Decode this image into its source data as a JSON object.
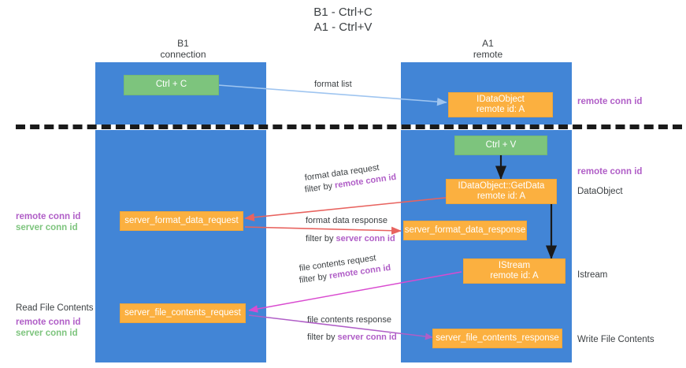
{
  "title": {
    "line1": "B1 - Ctrl+C",
    "line2": "A1 - Ctrl+V"
  },
  "columns": [
    {
      "name": "B1",
      "sub": "connection"
    },
    {
      "name": "A1",
      "sub": "remote"
    }
  ],
  "colors": {
    "lane": "#4285d6",
    "green_node": "#7dc47d",
    "orange_node": "#fbb040",
    "purple_text": "#b05ec7",
    "green_text": "#7dc47d",
    "arrow_blue": "#9fc5f0",
    "arrow_black": "#1a1a1a",
    "arrow_red": "#e8635f",
    "arrow_magenta": "#d94bd0",
    "arrow_purple": "#b05ec7",
    "divider": "#1a1a1a"
  },
  "nodes": {
    "ctrl_c": {
      "line1": "Ctrl + C"
    },
    "idataobject": {
      "line1": "IDataObject",
      "line2": "remote id: A"
    },
    "ctrl_v": {
      "line1": "Ctrl + V"
    },
    "getdata": {
      "line1": "IDataObject::GetData",
      "line2": "remote id: A"
    },
    "server_format_data_request": {
      "line1": "server_format_data_request"
    },
    "server_format_data_response": {
      "line1": "server_format_data_response"
    },
    "istream": {
      "line1": "IStream",
      "line2": "remote id: A"
    },
    "server_file_contents_request": {
      "line1": "server_file_contents_request"
    },
    "server_file_contents_response": {
      "line1": "server_file_contents_response"
    }
  },
  "arrow_labels": {
    "format_list": "format list",
    "format_data_request": "format data request",
    "format_data_request_filter_prefix": "filter by ",
    "format_data_request_filter_key": "remote conn id",
    "format_data_response": "format data response",
    "format_data_response_filter_prefix": "filter by ",
    "format_data_response_filter_key": "server conn id",
    "file_contents_request": "file contents request",
    "file_contents_request_filter_prefix": "filter by ",
    "file_contents_request_filter_key": "remote conn id",
    "file_contents_response": "file contents response",
    "file_contents_response_filter_prefix": "filter by ",
    "file_contents_response_filter_key": "server conn id"
  },
  "side_labels": {
    "right_remote_conn_id_top": "remote conn id",
    "right_remote_conn_id_mid": "remote conn id",
    "right_dataobject": "DataObject",
    "right_istream": "Istream",
    "right_write_file_contents": "Write File Contents",
    "left_remote_conn_id": "remote conn id",
    "left_server_conn_id": "server conn id",
    "left_read_file_contents": "Read File Contents",
    "left_remote_conn_id_2": "remote conn id",
    "left_server_conn_id_2": "server conn id"
  }
}
